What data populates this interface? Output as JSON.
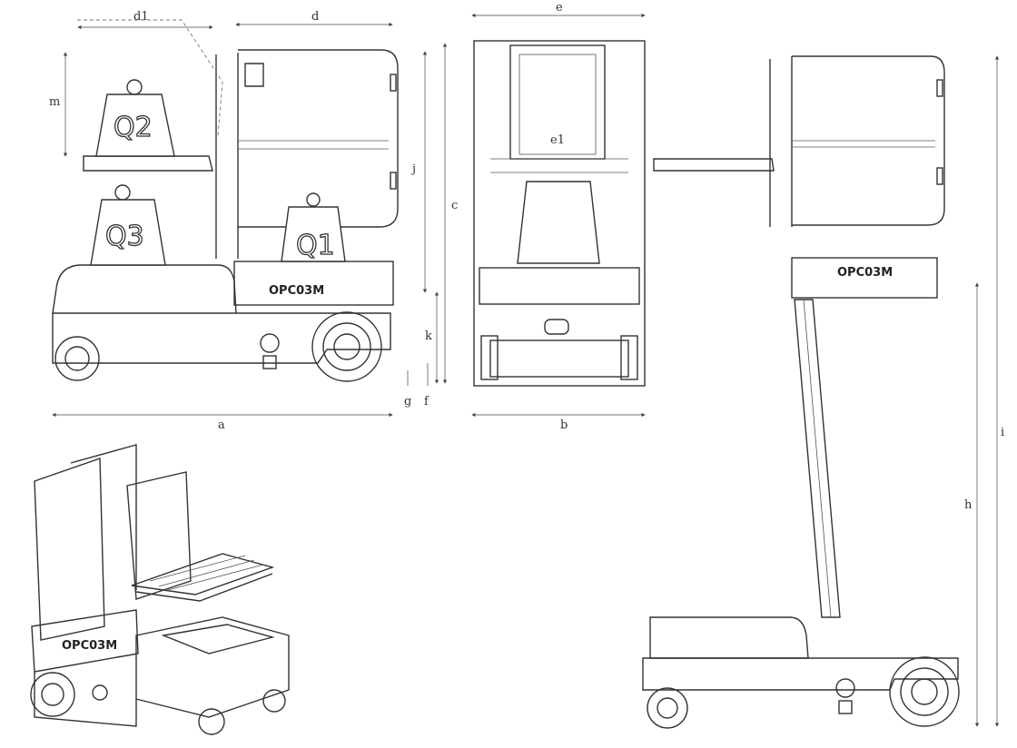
{
  "diagram": {
    "side_view": {
      "dimensions": {
        "d1": "d1",
        "d": "d",
        "m": "m",
        "j": "j",
        "c": "c",
        "k": "k",
        "g": "g",
        "f": "f",
        "a": "a"
      },
      "loads": {
        "q1": "Q1",
        "q2": "Q2",
        "q3": "Q3"
      },
      "model": "OPC03M"
    },
    "front_view": {
      "dimensions": {
        "e": "e",
        "e1": "e1",
        "b": "b"
      }
    },
    "raised_view": {
      "dimensions": {
        "h": "h",
        "i": "i"
      },
      "model": "OPC03M"
    },
    "iso_view": {
      "model": "OPC03M"
    }
  }
}
